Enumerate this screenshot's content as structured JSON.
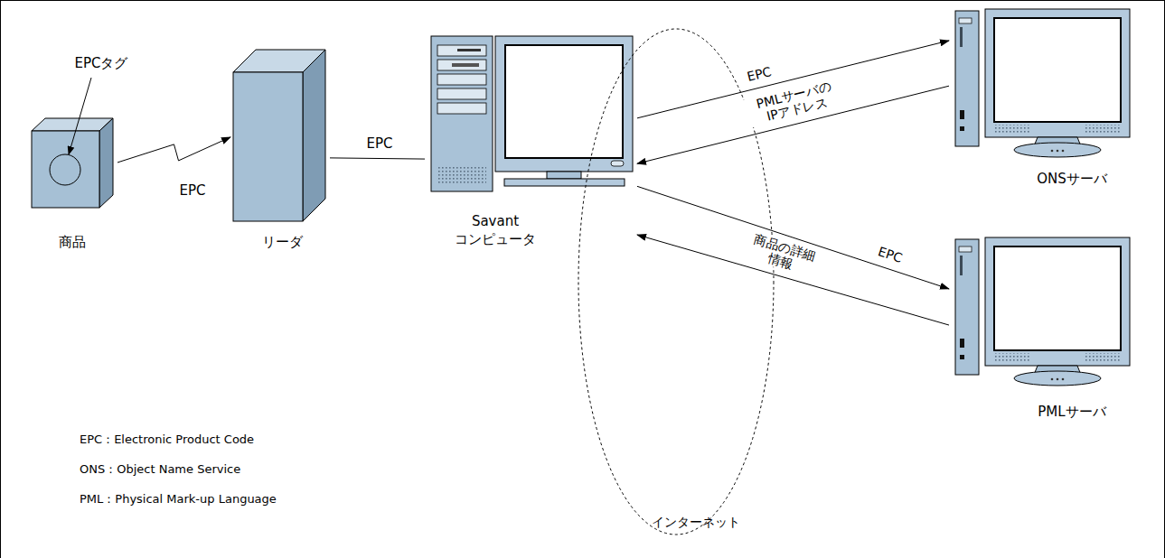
{
  "diagram": {
    "nodes": [
      {
        "text": [
          "商品"
        ]
      },
      {
        "text": [
          "リーダ"
        ]
      },
      {
        "text": [
          "Savant コンピュータ"
        ]
      },
      {
        "text": [
          "ONSサーバ"
        ]
      },
      {
        "text": [
          "PMLサーバ"
        ]
      }
    ],
    "edges": [
      {
        "from": 0,
        "to": 1,
        "label": "EPC",
        "arrow": "to"
      },
      {
        "from": 1,
        "to": 2,
        "label": "EPC",
        "arrow": "none"
      },
      {
        "from": 2,
        "to": 3,
        "label": "EPC",
        "arrow": "to"
      },
      {
        "from": 3,
        "to": 2,
        "label": "PMLサーバの IPアドレス",
        "arrow": "to"
      },
      {
        "from": 2,
        "to": 4,
        "label": "EPC",
        "arrow": "to"
      },
      {
        "from": 4,
        "to": 2,
        "label": "商品の詳細 情報",
        "arrow": "to"
      }
    ],
    "labels": [
      "EPCタグ",
      "EPC：Electronic Product Code",
      "ONS：Object Name Service",
      "PML：Physical Mark-up Language",
      "インターネット"
    ]
  }
}
